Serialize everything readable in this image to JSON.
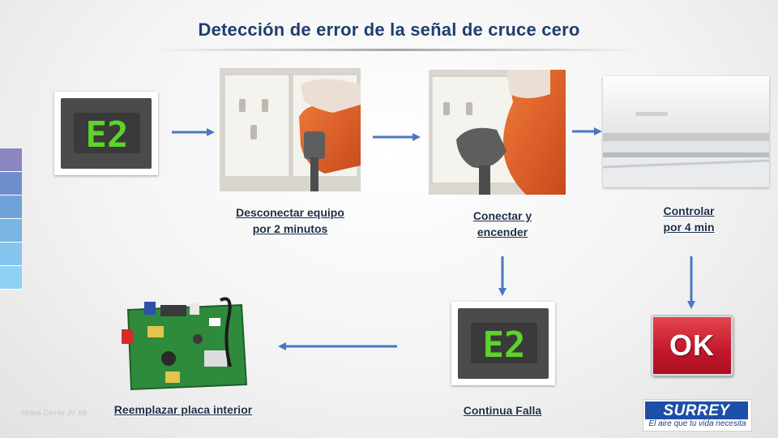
{
  "title": "Detección de error de la señal de cruce cero",
  "side_strip_colors": [
    "#8a87c0",
    "#6e8fcc",
    "#6fa2d8",
    "#78b4e4",
    "#86c5ee",
    "#8fd0f3"
  ],
  "display_code": "E2",
  "steps": {
    "unplug": {
      "line1": "Desconectar equipo",
      "line2": "por 2 minutos"
    },
    "plug": {
      "line1": "Conectar y",
      "line2": "encender"
    },
    "monitor": {
      "line1": "Controlar",
      "line2": "por 4 min"
    },
    "fault": {
      "label": "Continua Falla"
    },
    "replace": {
      "label": "Reemplazar placa interior"
    }
  },
  "ok_label": "OK",
  "logo": {
    "name": "SURREY",
    "tagline": "El aire que tu vida necesita"
  },
  "watermark": "Midea Carrier JV AB",
  "colors": {
    "title": "#1f3f6e",
    "arrow": "#4a78c0",
    "ok": "#c3182a",
    "display_digits": "#5cd42a",
    "brand": "#1d4fa8"
  }
}
